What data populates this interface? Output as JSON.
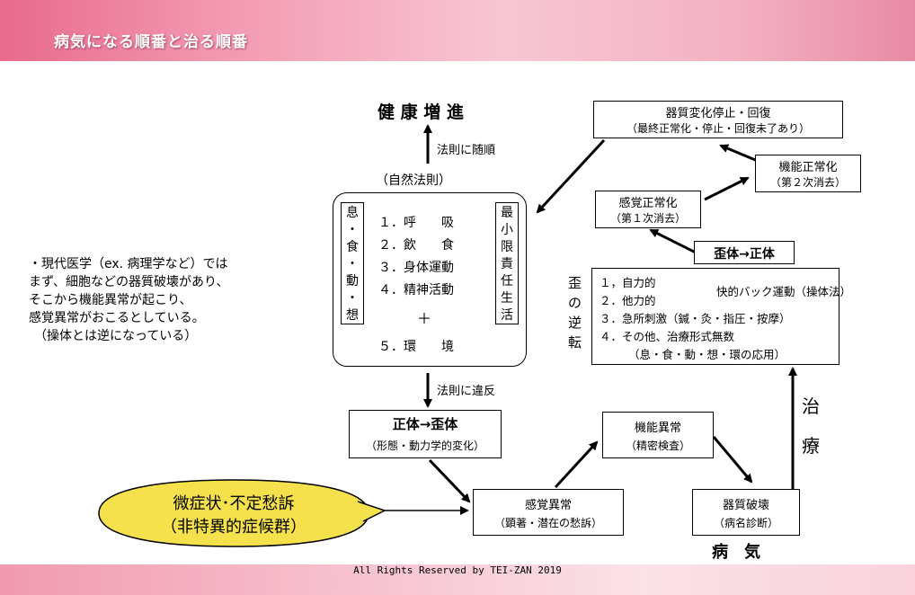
{
  "header": {
    "title": "病気になる順番と治る順番"
  },
  "left_note": {
    "lines": [
      "・現代医学（ex. 病理学など）では",
      "まず、細胞などの器質破壊があり、",
      "そこから機能異常が起こり、",
      "感覚異常がおこるとしている。",
      "（操体とは逆になっている）"
    ]
  },
  "diagram": {
    "top_goal": "健 康 増 進",
    "rule_follow": "法則に随順",
    "natural_law": "（自然法則）",
    "left_vertical": [
      "息",
      "・",
      "食",
      "・",
      "動",
      "・",
      "想"
    ],
    "right_vertical": [
      "最",
      "小",
      "限",
      "責",
      "任",
      "生",
      "活"
    ],
    "activities": [
      "１．呼　　吸",
      "２．飲　　食",
      "３．身体運動",
      "４．精神活動"
    ],
    "plus": "＋",
    "environment": "５．環　　境",
    "rule_violate": "法則に違反",
    "distortion_title": "正体→歪体",
    "distortion_sub": "（形態・動力学的変化）",
    "sensory_abnormal_title": "感覚異常",
    "sensory_abnormal_sub": "（顕著・潜在の愁訴）",
    "functional_abnormal_title": "機能異常",
    "functional_abnormal_sub": "（精密検査）",
    "organic_destruction_title": "器質破壊",
    "organic_destruction_sub": "（病名診断）",
    "disease": "病　気",
    "treatment": [
      "治",
      "療"
    ],
    "reverse_label": [
      "歪",
      "の",
      "逆",
      "転"
    ],
    "reverse_items": [
      "１，自力的",
      "２．他力的",
      "３．急所刺激（鍼・灸・指圧・按摩）",
      "４．その他、治療形式無数"
    ],
    "pleasant_movement": "快的バック運動（操体法）",
    "reverse_footer": "（息・食・動・想・環の応用）",
    "restore_body": "歪体→正体",
    "sensory_normal_title": "感覚正常化",
    "sensory_normal_sub": "（第１次消去）",
    "functional_normal_title": "機能正常化",
    "functional_normal_sub": "（第２次消去）",
    "organic_stop_title": "器質変化停止・回復",
    "organic_stop_sub": "（最終正常化・停止・回復未了あり）",
    "bubble_line1": "微症状･不定愁訴",
    "bubble_line2": "（非特異的症候群）"
  },
  "footer": {
    "copyright": "All Rights Reserved by TEI-ZAN 2019"
  },
  "colors": {
    "bubble_fill": "#f5e14b",
    "header_accent": "#e86a8c"
  }
}
